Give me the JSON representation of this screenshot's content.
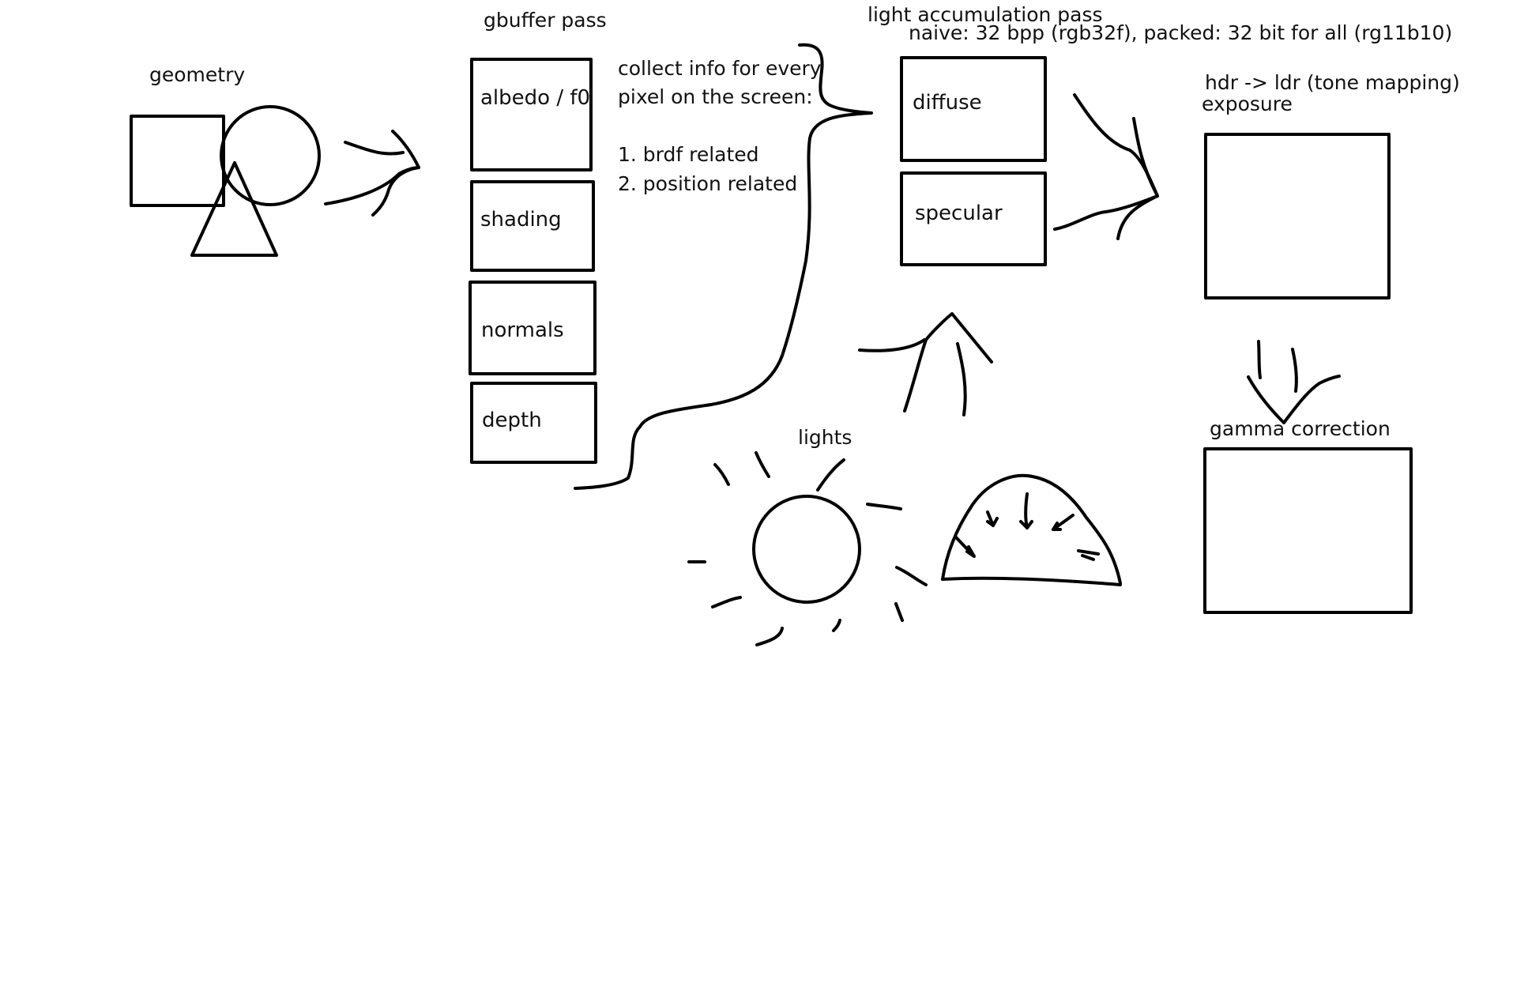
{
  "geometry": {
    "label": "geometry"
  },
  "gbuffer": {
    "title": "gbuffer pass",
    "buffers": [
      "albedo / f0",
      "shading",
      "normals",
      "depth"
    ]
  },
  "collect": {
    "line1": "collect info for every",
    "line2": "pixel on the screen:",
    "item1": "1. brdf related",
    "item2": "2. position related"
  },
  "light_accumulation": {
    "title": "light accumulation pass",
    "note": "naive: 32 bpp (rgb32f), packed: 32 bit for all (rg11b10)",
    "buffers": [
      "diffuse",
      "specular"
    ]
  },
  "tonemap": {
    "line1": "hdr -> ldr (tone mapping)",
    "line2": "exposure"
  },
  "gamma": {
    "label": "gamma correction"
  },
  "lights": {
    "label": "lights"
  }
}
